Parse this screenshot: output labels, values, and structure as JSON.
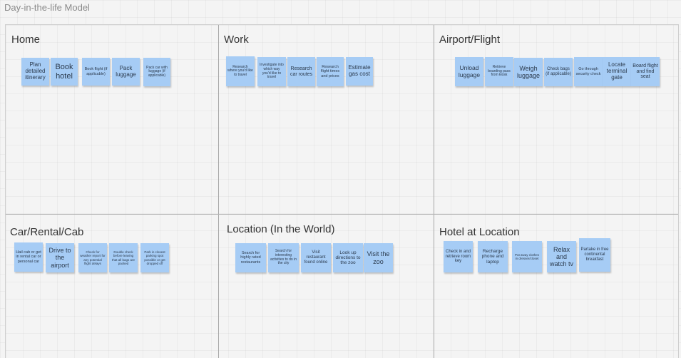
{
  "board": {
    "title": "Day-in-the-life Model"
  },
  "quadrants": [
    {
      "title": "Home",
      "notes": [
        "Plan detailed itinerary",
        "Book hotel",
        "Book flight (if applicable)",
        "Pack luggage",
        "Pack car with luggage (if applicable)"
      ]
    },
    {
      "title": "Work",
      "notes": [
        "Research where you'd like to travel",
        "Investigate into which way you'd like to travel",
        "Research car routes",
        "Research flight times and prices",
        "Estimate gas cost"
      ]
    },
    {
      "title": "Airport/Flight",
      "notes": [
        "Unload luggage",
        "Retrieve boarding pass from kiosk",
        "Weigh luggage",
        "Check bags (if applicable)",
        "Go through security check",
        "Locate terminal gate",
        "Board flight and find seat"
      ]
    },
    {
      "title": "Car/Rental/Cab",
      "notes": [
        "Hail cab or get in rental car or personal car",
        "Drive to the airport",
        "Check for weather report for any potential flight delays",
        "Double check before leaving that all bags are packed",
        "Park in closest parking spot possible or get dropped off"
      ]
    },
    {
      "title": "Location (In the World)",
      "notes": [
        "Search for highly rated restaurants",
        "Search for interesting activities to do in the city",
        "Visit restaurant found online",
        "Look up directions to the zoo",
        "Visit the zoo"
      ]
    },
    {
      "title": "Hotel at Location",
      "notes": [
        "Check in and retrieve room key",
        "Recharge phone and laptop",
        "Put away clothes in dresser/closet",
        "Relax and watch tv",
        "Partake in free continental breakfast"
      ]
    }
  ]
}
